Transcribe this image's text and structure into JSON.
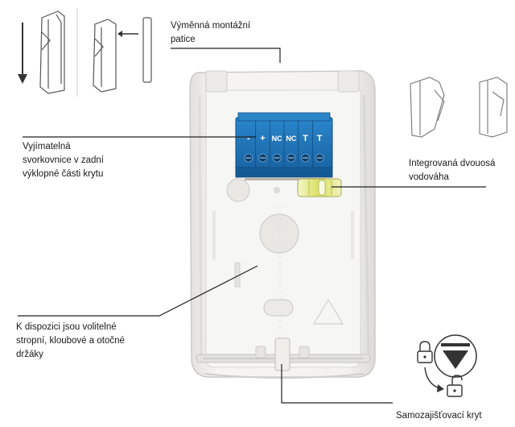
{
  "callouts": {
    "mounting_base": [
      "Výměnná montážní",
      "patice"
    ],
    "terminal_block": [
      "Vyjímatelná",
      "svorkovnice v zadní",
      "výklopné části krytu"
    ],
    "level": [
      "Integrovaná dvouosá",
      "vodováha"
    ],
    "brackets": [
      "K dispozici jsou volitelné",
      "stropní, kloubové a otočné",
      "držáky"
    ],
    "tamper": "Samozajišťovací kryt"
  },
  "terminal_labels": [
    "-",
    "+",
    "NC",
    "NC",
    "T",
    "T"
  ],
  "colors": {
    "terminal_blue": "#1e73b8",
    "level_yellow": "#d9e05a",
    "line": "#222222",
    "housing": "#f1f0ee"
  },
  "icons": [
    "arrow-down-icon",
    "arrow-left-icon",
    "padlock-closed-icon",
    "padlock-open-icon",
    "triangle-down-icon",
    "curved-arrow-icon"
  ]
}
